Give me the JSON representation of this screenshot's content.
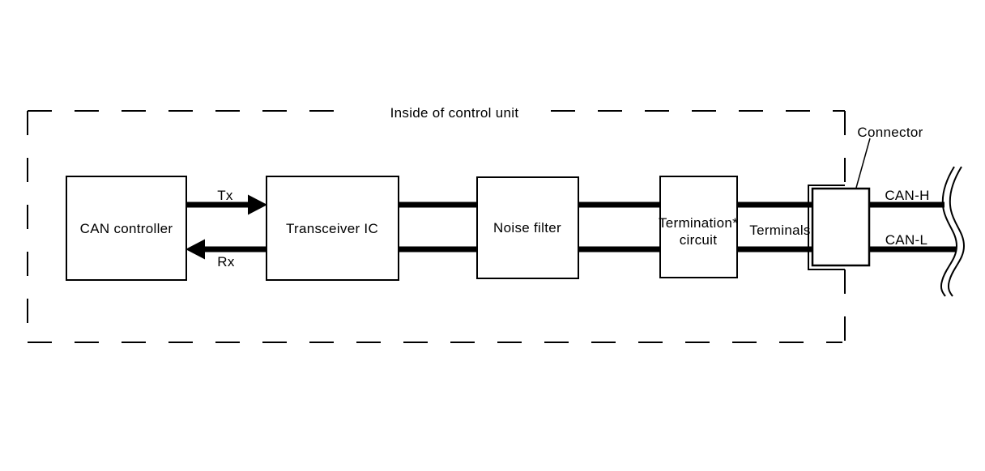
{
  "diagram": {
    "title": "Inside of control unit",
    "blocks": [
      {
        "label": "CAN controller"
      },
      {
        "label": "Transceiver IC"
      },
      {
        "label": "Noise filter"
      },
      {
        "lines": [
          "Termination*",
          "circuit"
        ]
      }
    ],
    "signals": {
      "tx": "Tx",
      "rx": "Rx"
    },
    "labels": {
      "terminals": "Terminals",
      "connector": "Connector",
      "can_h": "CAN-H",
      "can_l": "CAN-L"
    },
    "colors": {
      "line": "#000000",
      "background": "#ffffff"
    }
  }
}
